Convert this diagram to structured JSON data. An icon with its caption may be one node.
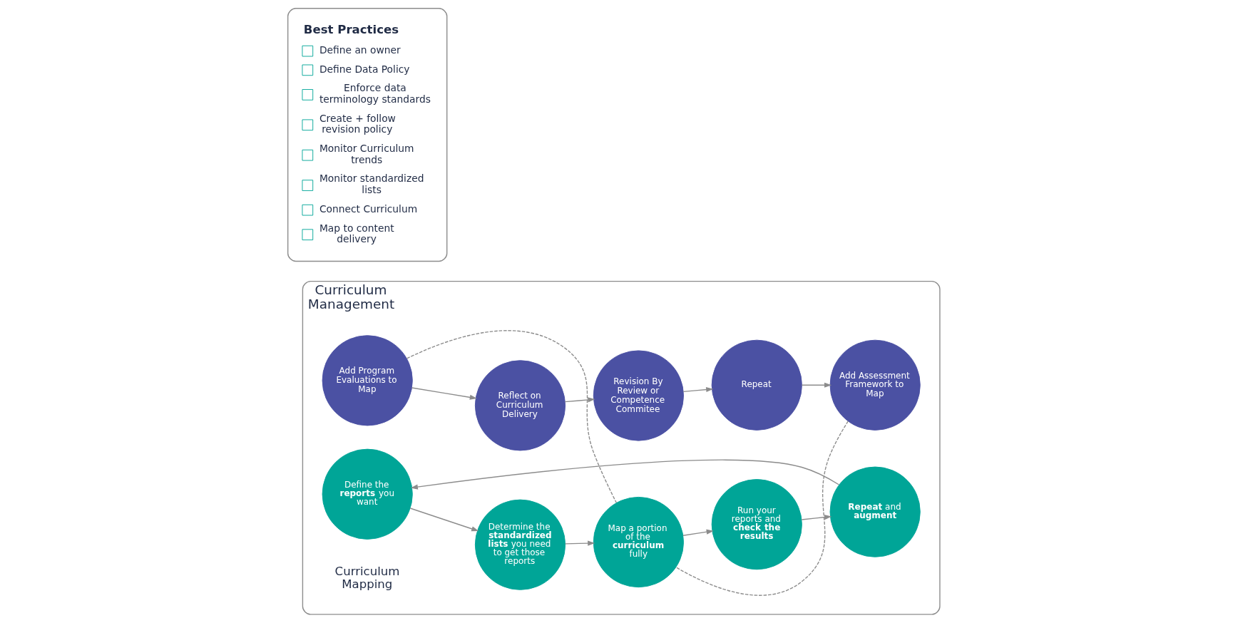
{
  "diagram": {
    "nodes": [
      {
        "text": [
          "Curriculum Management"
        ]
      },
      {
        "text": [
          "Revision By Review or Competence Commitee"
        ],
        "in": 0
      },
      {
        "text": [
          "Repeat"
        ],
        "in": 0
      },
      {
        "text": [
          "Add Assessment Framework to Map"
        ],
        "in": 0
      },
      {
        "text": [
          "Add Program Evaluations to Map"
        ],
        "in": 0
      },
      {
        "text": [
          "Reflect on Curriculum Delivery"
        ],
        "in": 0
      },
      {
        "text": [
          "Define the **reports** you want"
        ],
        "in": 0
      },
      {
        "text": [
          "Determine the **standardized lists** you need to get those reports"
        ],
        "in": 0
      },
      {
        "text": [
          "Map a portion of the **curriculum** fully"
        ],
        "in": 0
      },
      {
        "text": [
          "Run your reports and **check the results**"
        ],
        "in": 0
      },
      {
        "text": [
          "**Repeat** and **augment**"
        ],
        "in": 0
      },
      {
        "text": [
          "Best Practices",
          "Define an owner",
          "Define Data Policy",
          "Enforce data terminology standards",
          "Create + follow revision policy",
          "Monitor Curriculum trends",
          "Monitor standardized lists",
          "Connect Curriculum",
          "Map to content delivery"
        ]
      }
    ],
    "edges": [
      {
        "from": 1,
        "to": 2,
        "arrow": "to"
      },
      {
        "from": 2,
        "to": 3,
        "arrow": "to"
      },
      {
        "from": 3,
        "to": 8,
        "arrow": "none",
        "style": "dashed"
      },
      {
        "from": 4,
        "to": 8,
        "arrow": "none",
        "style": "dashed"
      },
      {
        "from": 4,
        "to": 5,
        "arrow": "to"
      },
      {
        "from": 5,
        "to": 1,
        "arrow": "to"
      },
      {
        "from": 6,
        "to": 7,
        "arrow": "to"
      },
      {
        "from": 7,
        "to": 8,
        "arrow": "to"
      },
      {
        "from": 8,
        "to": 9,
        "arrow": "to"
      },
      {
        "from": 9,
        "to": 10,
        "arrow": "to"
      },
      {
        "from": 10,
        "to": 6,
        "arrow": "to"
      }
    ],
    "labels": [
      "Curriculum Mapping"
    ]
  }
}
